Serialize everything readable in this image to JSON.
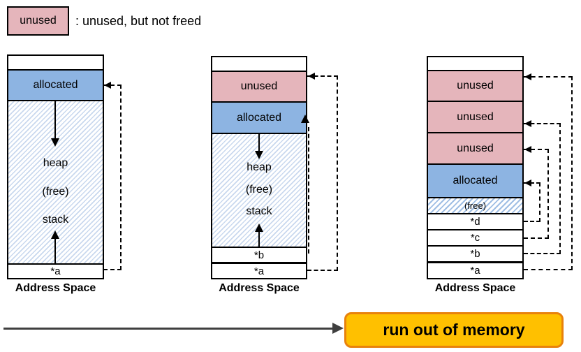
{
  "legend": {
    "swatch_label": "unused",
    "description": ": unused, but not freed"
  },
  "colors": {
    "unused_fill": "#E5B5BB",
    "allocated_fill": "#8DB4E2",
    "hatch_line": "#C9D8EE",
    "free_hatch_line": "#9FBEE4",
    "result_fill": "#FFC000",
    "result_border": "#E8820C"
  },
  "columns": [
    {
      "caption": "Address Space",
      "allocated": "allocated",
      "heap": "heap",
      "free": "(free)",
      "stack": "stack",
      "pointers": [
        "*a"
      ],
      "references": [
        {
          "from": "*a",
          "to": "allocated"
        }
      ]
    },
    {
      "caption": "Address Space",
      "unused": "unused",
      "allocated": "allocated",
      "heap": "heap",
      "free": "(free)",
      "stack": "stack",
      "pointers": [
        "*b",
        "*a"
      ],
      "references": [
        {
          "from": "*b",
          "to": "allocated"
        },
        {
          "from": "*a",
          "to": "unused"
        }
      ]
    },
    {
      "caption": "Address Space",
      "unused_blocks": [
        "unused",
        "unused",
        "unused"
      ],
      "allocated": "allocated",
      "free": "(free)",
      "pointers": [
        "*d",
        "*c",
        "*b",
        "*a"
      ],
      "references": [
        {
          "from": "*d",
          "to": "allocated"
        },
        {
          "from": "*c",
          "to": "unused-3"
        },
        {
          "from": "*b",
          "to": "unused-2"
        },
        {
          "from": "*a",
          "to": "unused-1"
        }
      ]
    }
  ],
  "result": {
    "label": "run out of memory"
  }
}
